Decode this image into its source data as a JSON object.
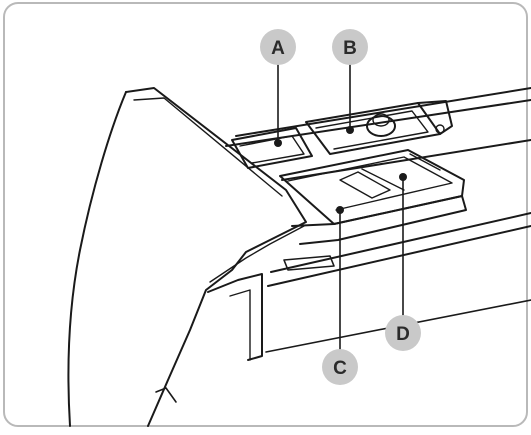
{
  "diagram": {
    "callouts": [
      {
        "id": "A",
        "label": "A"
      },
      {
        "id": "B",
        "label": "B"
      },
      {
        "id": "C",
        "label": "C"
      },
      {
        "id": "D",
        "label": "D"
      }
    ],
    "colors": {
      "background": "#ffffff",
      "frame_border": "#b9b9b9",
      "line_art": "#1a1a1a",
      "badge_fill": "#c9c9c9",
      "badge_text": "#2b2b2b",
      "leader_dot": "#1a1a1a"
    }
  }
}
